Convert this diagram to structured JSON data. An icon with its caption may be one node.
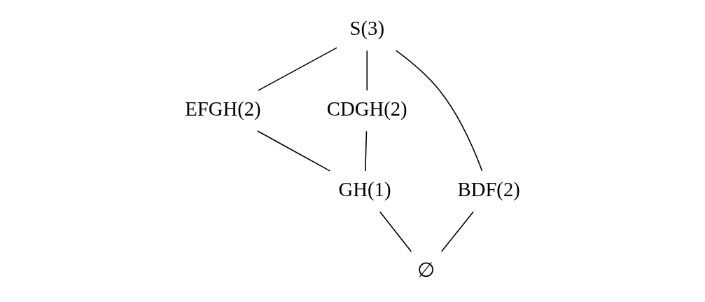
{
  "diagram": {
    "nodes": [
      {
        "text": [
          "S(3)"
        ]
      },
      {
        "text": [
          "EFGH(2)"
        ]
      },
      {
        "text": [
          "CDGH(2)"
        ]
      },
      {
        "text": [
          "BDF(2)"
        ]
      },
      {
        "text": [
          "GH(1)"
        ]
      },
      {
        "text": [
          "∅"
        ]
      }
    ],
    "edges": [
      {
        "from": 0,
        "to": 1,
        "arrow": "none"
      },
      {
        "from": 0,
        "to": 2,
        "arrow": "none"
      },
      {
        "from": 0,
        "to": 3,
        "arrow": "none"
      },
      {
        "from": 1,
        "to": 4,
        "arrow": "none"
      },
      {
        "from": 2,
        "to": 4,
        "arrow": "none"
      },
      {
        "from": 4,
        "to": 5,
        "arrow": "none"
      },
      {
        "from": 3,
        "to": 5,
        "arrow": "none"
      }
    ]
  }
}
